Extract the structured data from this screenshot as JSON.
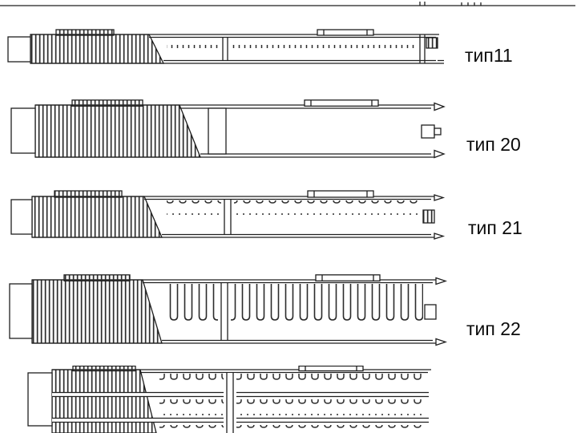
{
  "diagram": {
    "background": "#ffffff",
    "line_color": "#1f1f1f"
  },
  "rows": [
    {
      "label": "тип11"
    },
    {
      "label": "тип 20"
    },
    {
      "label": "тип 21"
    },
    {
      "label": "тип 22"
    },
    {
      "label": ""
    }
  ]
}
